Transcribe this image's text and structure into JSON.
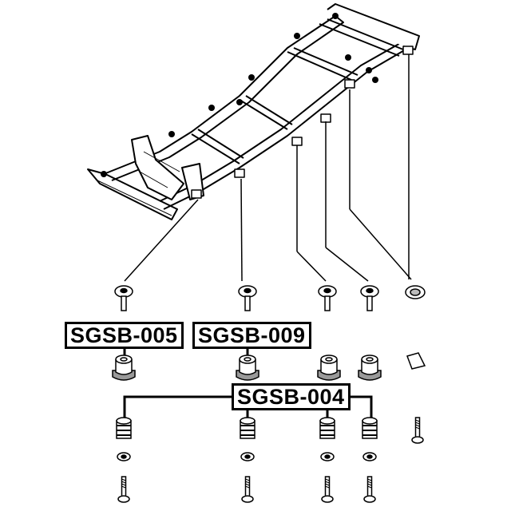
{
  "diagram": {
    "subject": "body-mount-bushings-frame",
    "colors": {
      "line": "#000000",
      "background": "#ffffff",
      "shade": "#bbbbbb"
    },
    "labels": [
      {
        "id": "sgsb-005",
        "text": "SGSB-005"
      },
      {
        "id": "sgsb-009",
        "text": "SGSB-009"
      },
      {
        "id": "sgsb-004",
        "text": "SGSB-004"
      }
    ]
  }
}
